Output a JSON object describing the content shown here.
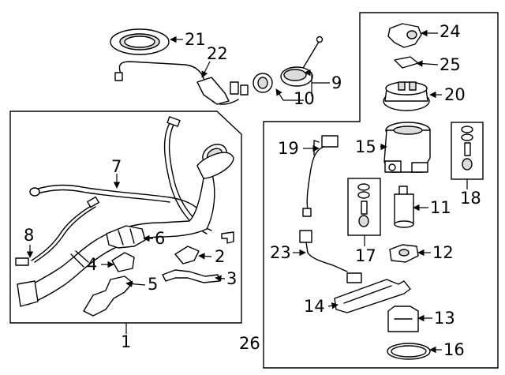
{
  "diagram": {
    "background": "#ffffff",
    "ink": "#000000",
    "callouts": [
      {
        "id": "1",
        "text": "1"
      },
      {
        "id": "2",
        "text": "2"
      },
      {
        "id": "3",
        "text": "3"
      },
      {
        "id": "4",
        "text": "4"
      },
      {
        "id": "5",
        "text": "5"
      },
      {
        "id": "6",
        "text": "6"
      },
      {
        "id": "7",
        "text": "7"
      },
      {
        "id": "8",
        "text": "8"
      },
      {
        "id": "9",
        "text": "9"
      },
      {
        "id": "10",
        "text": "10"
      },
      {
        "id": "11",
        "text": "11"
      },
      {
        "id": "12",
        "text": "12"
      },
      {
        "id": "13",
        "text": "13"
      },
      {
        "id": "14",
        "text": "14"
      },
      {
        "id": "15",
        "text": "15"
      },
      {
        "id": "16",
        "text": "16"
      },
      {
        "id": "17",
        "text": "17"
      },
      {
        "id": "18",
        "text": "18"
      },
      {
        "id": "19",
        "text": "19"
      },
      {
        "id": "20",
        "text": "20"
      },
      {
        "id": "21",
        "text": "21"
      },
      {
        "id": "22",
        "text": "22"
      },
      {
        "id": "23",
        "text": "23"
      },
      {
        "id": "24",
        "text": "24"
      },
      {
        "id": "25",
        "text": "25"
      },
      {
        "id": "26",
        "text": "26"
      }
    ]
  }
}
